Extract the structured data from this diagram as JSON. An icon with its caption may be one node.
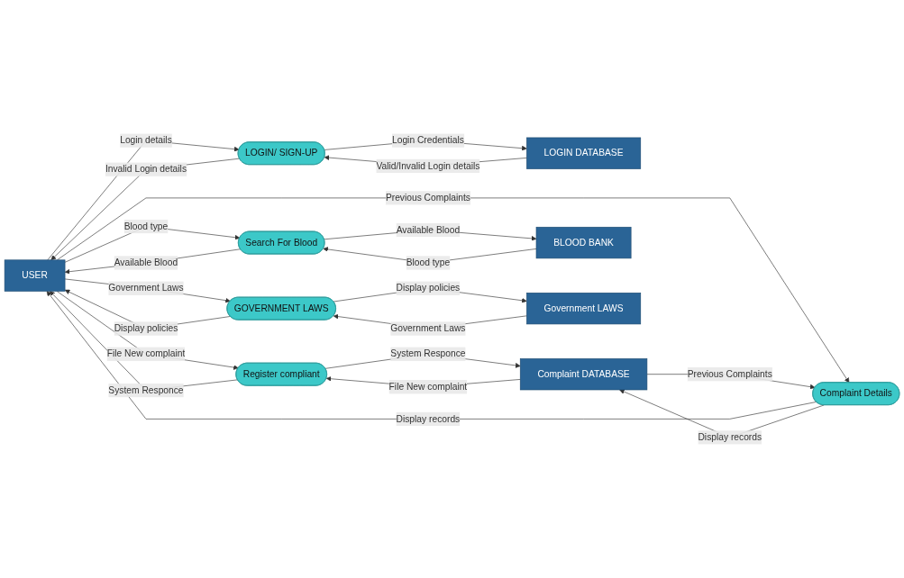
{
  "diagram": {
    "nodes": [
      {
        "text": [
          "USER"
        ]
      },
      {
        "text": [
          "LOGIN/ SIGN-UP"
        ]
      },
      {
        "text": [
          "LOGIN DATABASE"
        ]
      },
      {
        "text": [
          "Register compliant"
        ]
      },
      {
        "text": [
          "Complaint DATABASE"
        ]
      },
      {
        "text": [
          "Complaint Details"
        ]
      },
      {
        "text": [
          "Search For Blood"
        ]
      },
      {
        "text": [
          "BLOOD BANK"
        ]
      },
      {
        "text": [
          "GOVERNMENT LAWS"
        ]
      },
      {
        "text": [
          "Government LAWS"
        ]
      }
    ],
    "edges": [
      {
        "from": 0,
        "to": 1,
        "arrow": "to",
        "label": "Login details"
      },
      {
        "from": 1,
        "to": 0,
        "arrow": "to",
        "label": "Invalid Login details"
      },
      {
        "from": 1,
        "to": 2,
        "arrow": "to",
        "label": "Login Credentials"
      },
      {
        "from": 2,
        "to": 1,
        "arrow": "to",
        "label": "Valid/Invalid Login details"
      },
      {
        "from": 0,
        "to": 3,
        "arrow": "to",
        "label": "File New complaint"
      },
      {
        "from": 3,
        "to": 0,
        "arrow": "to",
        "label": "System Responce"
      },
      {
        "from": 4,
        "to": 3,
        "arrow": "to",
        "label": "File New complaint"
      },
      {
        "from": 3,
        "to": 4,
        "arrow": "to",
        "label": "System Responce"
      },
      {
        "from": 0,
        "to": 5,
        "arrow": "to",
        "label": "Previous Complaints"
      },
      {
        "from": 5,
        "to": 0,
        "arrow": "to",
        "label": "Display records"
      },
      {
        "from": 4,
        "to": 5,
        "arrow": "to",
        "label": "Previous Complaints"
      },
      {
        "from": 5,
        "to": 4,
        "arrow": "to",
        "label": "Display records"
      },
      {
        "from": 0,
        "to": 6,
        "arrow": "to",
        "label": "Blood type"
      },
      {
        "from": 6,
        "to": 0,
        "arrow": "to",
        "label": "Available Blood"
      },
      {
        "from": 7,
        "to": 6,
        "arrow": "to",
        "label": "Blood type"
      },
      {
        "from": 6,
        "to": 7,
        "arrow": "to",
        "label": "Available Blood"
      },
      {
        "from": 0,
        "to": 8,
        "arrow": "to",
        "label": "Government Laws"
      },
      {
        "from": 8,
        "to": 0,
        "arrow": "to",
        "label": "Display policies"
      },
      {
        "from": 9,
        "to": 8,
        "arrow": "to",
        "label": "Government Laws"
      },
      {
        "from": 8,
        "to": 9,
        "arrow": "to",
        "label": "Display policies"
      }
    ]
  }
}
